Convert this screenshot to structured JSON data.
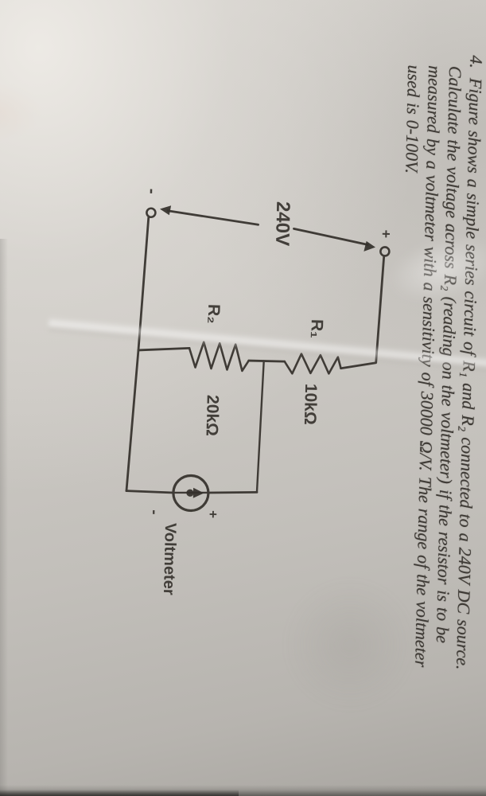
{
  "problem": {
    "number": "4.",
    "lines": [
      "Figure shows a simple series circuit of R₁ and R₂ connected to a 240V DC source.",
      "Calculate the voltage across R₂ (reading on the voltmeter) if the resistor is to be",
      "measured by a voltmeter with a sensitivity of 30000 Ω/V. The range of the voltmeter",
      "used is 0-100V."
    ]
  },
  "figure": {
    "source": {
      "label": "240V",
      "plus": "+",
      "minus": "-"
    },
    "resistors": [
      {
        "name": "R₁",
        "value": "10kΩ"
      },
      {
        "name": "R₂",
        "value": "20kΩ"
      }
    ],
    "voltmeter": {
      "label": "Voltmeter",
      "plus": "+",
      "minus": "-"
    }
  },
  "colors": {
    "ink": "#35312c",
    "paper": "#c9c6c1"
  }
}
